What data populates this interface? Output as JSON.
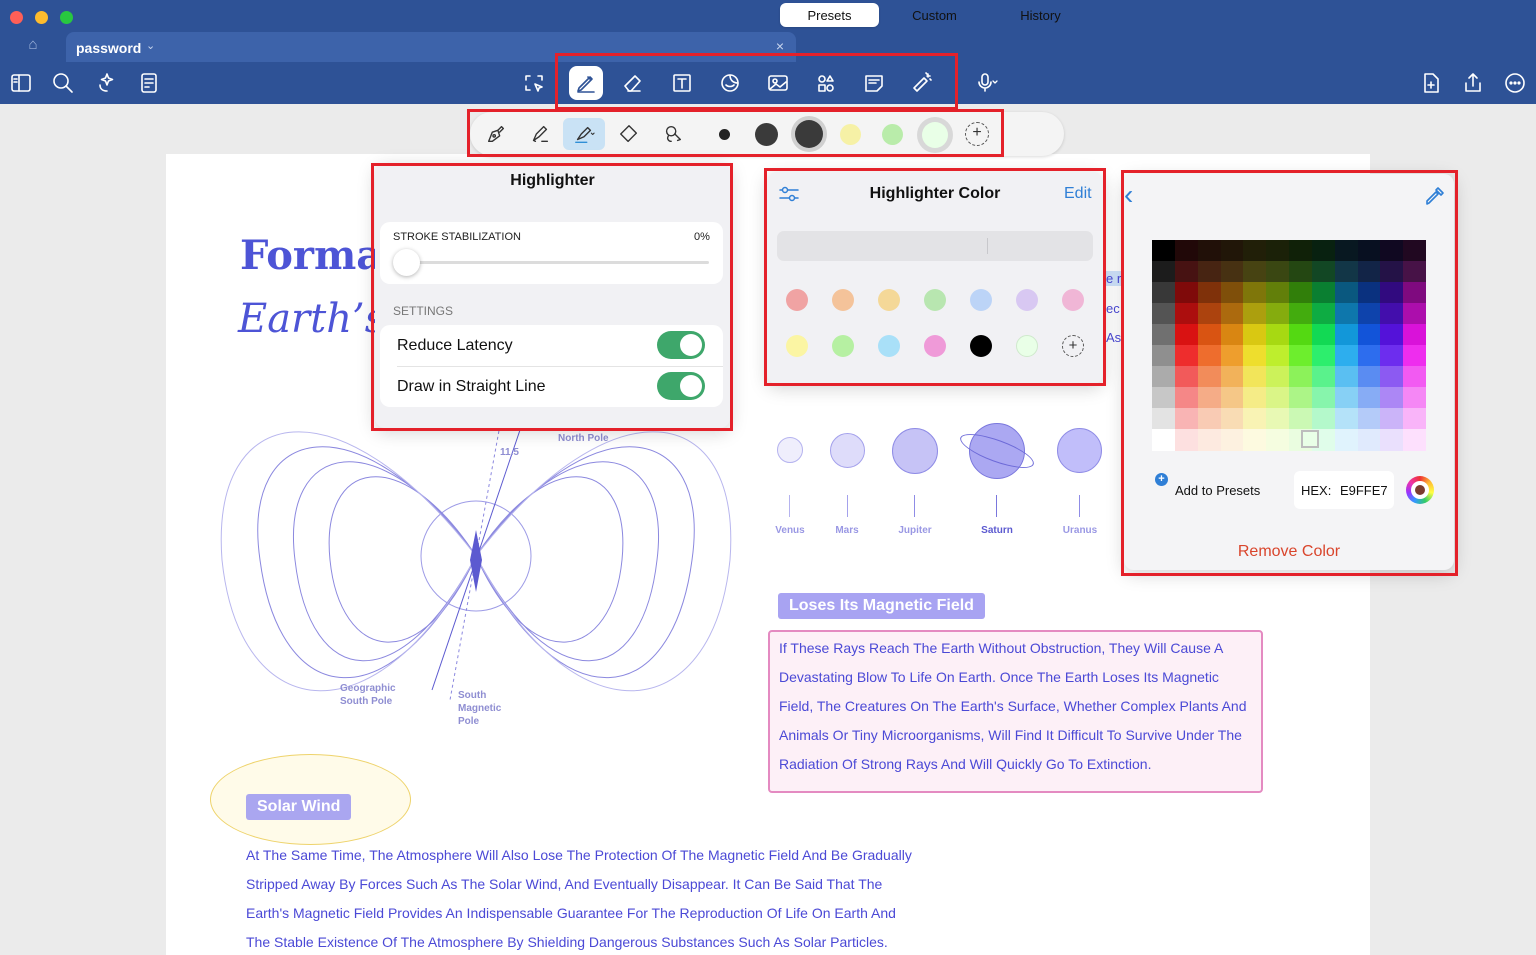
{
  "window": {
    "tab_title": "password",
    "tab_chevron": "⌄",
    "tab_close": "×",
    "home_icon": "⌂"
  },
  "toolbar": {
    "left_icons": [
      "sidebar-icon",
      "search-icon",
      "ai-sparkle-icon",
      "form-icon"
    ],
    "center_icons": [
      "select-icon",
      "pen-icon",
      "eraser-icon",
      "textbox-icon",
      "sticker-icon",
      "image-icon",
      "shapes-icon",
      "note-icon",
      "laser-icon"
    ],
    "active": "pen-icon",
    "right_icons": [
      "audio-icon",
      "add-page-icon",
      "share-icon",
      "more-icon"
    ]
  },
  "subbar": {
    "tools": [
      "fountain-pen-icon",
      "ballpoint-icon",
      "highlighter-icon",
      "eraser-icon",
      "lasso-icon"
    ],
    "selected_tool": "highlighter-icon",
    "stroke_sizes": [
      "small",
      "medium",
      "large"
    ],
    "colors": [
      "#f6f1a6",
      "#b9ecaa",
      "#e9ffe7"
    ],
    "add_symbol": "+"
  },
  "highlighter_popover": {
    "title": "Highlighter",
    "stroke_label": "STROKE STABILIZATION",
    "stroke_value": "0%",
    "settings_header": "SETTINGS",
    "options": [
      {
        "label": "Reduce Latency",
        "on": true
      },
      {
        "label": "Draw in Straight Line",
        "on": true
      }
    ]
  },
  "color_popover": {
    "title": "Highlighter Color",
    "edit_label": "Edit",
    "tabs": [
      "Presets",
      "Custom",
      "History"
    ],
    "active_tab": "Presets",
    "presets_row1": [
      "#f0a3a3",
      "#f4c39a",
      "#f4d898",
      "#b8e6b0",
      "#bcd4f7",
      "#d8c8f2",
      "#f0b6d6"
    ],
    "presets_row2": [
      "#fbf5a3",
      "#b6f0a2",
      "#a9e0f8",
      "#ef9ad8",
      "#000000",
      "#e9ffe7"
    ],
    "add_symbol": "+"
  },
  "custom_popover": {
    "back_symbol": "‹",
    "add_presets_label": "Add to Presets",
    "hex_label": "HEX:",
    "hex_value": "E9FFE7",
    "remove_label": "Remove Color"
  },
  "document": {
    "heading1": "Forma",
    "heading2": "Earth’s",
    "diagram_labels": {
      "north_pole": "North Pole",
      "angle": "11.5",
      "geo_south": "Geographic\nSouth Pole",
      "mag_south": "South\nMagnetic\nPole"
    },
    "planets": [
      "Venus",
      "Mars",
      "Jupiter",
      "Saturn",
      "Uranus"
    ],
    "side_fragments": [
      "e r",
      "ec",
      "As"
    ],
    "badge_magnetic": "Loses Its Magnetic Field",
    "magnetic_text": [
      "If These Rays Reach The Earth Without Obstruction, They Will Cause A",
      "Devastating Blow To Life On Earth. Once The Earth Loses Its Magnetic",
      "Field, The Creatures On The Earth's Surface, Whether Complex Plants And",
      "Animals Or Tiny Microorganisms, Will Find It Difficult To Survive Under The",
      "Radiation Of Strong Rays And Will Quickly Go To Extinction."
    ],
    "badge_solar": "Solar Wind",
    "solar_text": [
      "At The Same Time, The Atmosphere Will Also Lose The Protection Of The Magnetic Field And Be Gradually",
      "Stripped Away By Forces Such As The Solar Wind, And Eventually Disappear. It Can Be Said That The",
      "Earth's Magnetic Field Provides An Indispensable Guarantee For The Reproduction Of Life On Earth And",
      "The Stable Existence Of The Atmosphere By Shielding Dangerous Substances Such As Solar Particles."
    ]
  }
}
